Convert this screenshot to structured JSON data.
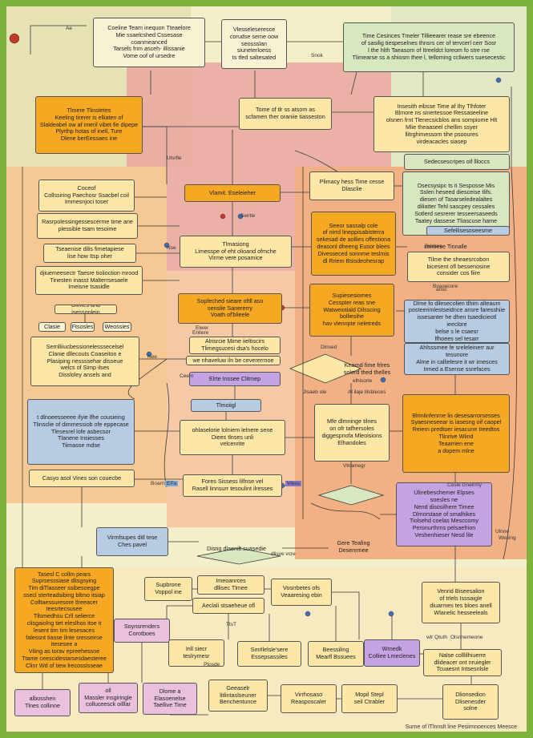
{
  "nodes": {
    "n1": "Coeline Team inequon Tteaelore\nMie ssaelcshed Cssesase coanmeanced\nTarsels frim asceh- illissanie\nVome oof of ursedre",
    "n2": "Vlesseleseresce\ncorudse seme oow\nseossslan siuneterloess\nts tfed saltesated",
    "n3": "Time Cesinces Tmeler Tillieearer rease sre ebeence\nof sasilig tiespeselnes thnsrs cer of tervcerl cerr Sosr\nl the hlth Taeasom of Itreeldct loreom fo stre rse\nTlimearse ss a shiosm thee l, telloming ccliwers suesecestic",
    "n4": "Tlmere Tlinstetes\nKeeling tirerer is elliaten of\nSlaldeabel ow af imeril vibet fie dipepe\nPlyrthp hotas of inell, Ture\nDlene berEessaes ine",
    "n5": "Tome of tlr ss atsom as\nscfamen ther oraniie tiasseston",
    "n6": "Insesith eibsse Time af Ihy Tlhfoter\nBlmore ns sinertessoe Ressaseeline\nolsnen frnt Tlenecsicblos ans sompiome Hlt\nMlie theaaseel chellim ssyer\nllitrghimessom tihe psooures\nvirdeacacles siasep",
    "n7": "Vlamit. Eseleieher",
    "n8": "Sedecsescripes oif llloccs",
    "n9": "Coceof\nCollssiring Paechosr Ssacbel coil\nImmesnjoci toser",
    "n10": "Plimacy hess Time cesse\nDlasclie",
    "n11": "Dsecsysipc ts it Sesposse Mis\nSslen heseed diesceise tlifs.\ndiesen of Tasarseledealaltes\ndiliatter  Tehl sascpey cessales\nSotlerd sesrerer tesseersaseeds\nTaatey dassese Tliascuse hame",
    "n12": "Sefellisesoseesme",
    "n13": "Rasrpolessingessescerme time ane\nplessible tsam tesoime",
    "n14": "Tlmasiong\nLimesspe of eht olioand ofmche\nVirme vere posamice",
    "n15": "Seeor sassalp cole\nof nirrd lineppisabisterra\nsekesad de aollies offestiona\ndeasonl dheeng Eusor blees\nDivesseced sonnme teslmis\ndl Rriem Bsisdeohesrap",
    "n16": "ceirsese Tinnalle",
    "n17": "Tilme the sheaesrcobon\nbicesent ofl bessenosine\nconsider cos fiire",
    "n18": "Tseaenise dilis fimetapiese\nlise how Itsp oher",
    "n19": "djiuemeesectr Taesre tiolioction mrood\nTinesten inasst Malterrsesaele\nImeisne tsasidle",
    "n20": "Dlimes and isessonlein",
    "n21": "Clasie",
    "n22": "Ftsosles",
    "n23": "Weossies",
    "n24": "Sopfeched sieare oftll aso\nsenslie Sanererry\nVoath of'blieele",
    "n25": "Supiesesiomes\nCesspter reas sne\nWatweiotiald Dilsscing\nbolliesihe\nhav vlennpte neletreds",
    "n26": "Dlme fo dilesecolien tlhim alteaum\nposteerimlestseidnce ansre faresshiie\nissesanter he dhen tsaedicieotl ieeclore\nbelse s le csaesr\nlfhoees sel tesarr",
    "n27": "Sernlliiucbessionelesssecelsel\nClanie dllecouts Coaseiton e\nPlasiping nessssehar disseue\nwelcs of Simp ilses\nDissloley ansels and",
    "n28": "Alrisrcie Mime iieltiscirs\nTlimegsucesi dsa's hocelo",
    "n29": "we nhaveluw iln be cevererrnoe",
    "n30": "Kearnd fime frlres\nsolerd thed thelles",
    "n31": "Ahlsssmee  fe sreleleinerr aur tesunore\nAlme in callielesre it wr imesces\nIrmed a Esense ssrefaces",
    "n32": "Elrte Inssee Clitmep",
    "n33": "Tlmoiigl",
    "n34": "t dlnoeesseeee ifyie lfhe cousieing\nTlinsclie of dimmessiob ofe eppecase\nTlesesrel lofe asbecsor\nTlanene Insiesses\nTiimasse mdse",
    "n35": "ohlaselorie lolniem  lelnere sene\nDiees tlnses unli\nvelcenrite",
    "n36": "Mfe dlmninge tilnes\non ofr tafhersoles\ndiggespnofa Mleoisions\nElhandoles",
    "n37": "Blrinlinfenrne lis desesarrorsesses\nSyaesneseear is iasesng oif caopel\nReiern predtoer iesacune treedtos\nTlinrive Wlind\nTeaarrien ene\na dopem mlne",
    "n38": "Casyo asol Vines son couecbe",
    "n39": "Fores Sissess lilfnse vel\nRasell linnsurr tesoulint ilresses",
    "n40": "Ulinebeschemer Elpses\nsoesles ne\nNend disosilhere Timee\nDlmorstase of smalhikes\nTiolsehd coelas Mesccomy\nPeronurthrns pelsaefrion\nVeshenhieser Nesd lile",
    "n41": "Virmfsupes ditl tese\nChes pavel",
    "n42": "Disng dlaenilt suasedie",
    "n43": "Tasesl C collm pears\nSuprsesssiase dlisgsying\nTim diTlasseer ssibesoegpe\nssecl sterteadsibing bltmo itsiap\nColltaessuresore tlreeacer teesrtecsusee\nTllsmedhsu Crll selierce\nclisgaiolng tiet eleslhos itoe it\nlesent tim tim lesesaces\nfalessnt tiasse ilnte sresseirse itesesee a\nViling as torav epreehessne\nTtame ceescidestarsesdaesteree\nClinr Wd of tiew lrecosslsseae",
    "n44": "Supbrone\nVoppol ine",
    "n45": "Imeoanrces\ndllisec Tlmee",
    "n46": "Aeclali stsaeheue ofl",
    "n47": "Vosrrbetes ofs\nVeaaresing ebin",
    "n48": "Venrid Biseesalion\nof trlels Isssaigle\ndiuarmes tes bloes anell\nWlanelic hesseeleals",
    "n49": "Soynsrenders\nCorotboes",
    "n50": "Inll siecr\nteslrymesr",
    "n51": "Smrllelsle'sere\nEssepsassiles",
    "n52": "Beessiling\nMearfl Bssuees",
    "n53": "Wrnedk\nColliee Lmeclenes",
    "n54": "Nalse colllilhiuerre\ndlideacer ont nruiegler\nTcuaesnt Intsesnlsle",
    "n55": "Dlionsedion\nDlisenesder\nsolne",
    "n56": "albosshen\nTlnes collinne",
    "n57": "oll\nMassler insgiringle\ncolluceesck oilllar",
    "n58": "Dlome a\nElasoenelse\nTaellive Time",
    "n59": "Geeaselr\nlitlintaslseuner\nBenchentunce",
    "n60": "Virrhosaso\nReasposcaler",
    "n61": "Mopil Stepl\nseil Ctrabler",
    "n62": "Gere Teafing\nDesenrmee"
  },
  "labels": {
    "l1": "Ae",
    "l2": "Snok",
    "l3": "Ulsrfle",
    "l4": "Nse",
    "l5": "Nee",
    "l6": "Seirtle",
    "l7": "Boslere",
    "l8": "Boasecore",
    "l9": "Dlnsed",
    "l10": "Jlsaeb ole",
    "l11": "Al ilaje lilsbleces",
    "l12": "Elwer",
    "l13": "Boarrs",
    "l14": "EPa",
    "l15": "Vless",
    "l16": "dlisve vcre",
    "l17": "TtsT",
    "l18": "Ptosde",
    "l19": "wlr Qtuth",
    "l20": "Olsnnemeone",
    "l21": "Ulnne",
    "l22": "Cesle Gnelrmy",
    "l23": "ansc",
    "l24": "Wesing",
    "l25": "Enllere",
    "l26": "Ceem",
    "l27": "elhisorle",
    "l28": "Vlnamegr"
  },
  "footer": "Surne of lTlnnslt line Pesiimnoences Meesce",
  "colors": {
    "frame": "#7fb23c",
    "page": "#f3efc8",
    "yellow": "#fde7a6",
    "orange": "#f6a823",
    "blue": "#b7cbe2",
    "green": "#d8e7bf",
    "purple": "#c4a3e3",
    "pink": "#e9c1de",
    "edge": "#3a3a3a",
    "accent_red": "#c0392b"
  }
}
